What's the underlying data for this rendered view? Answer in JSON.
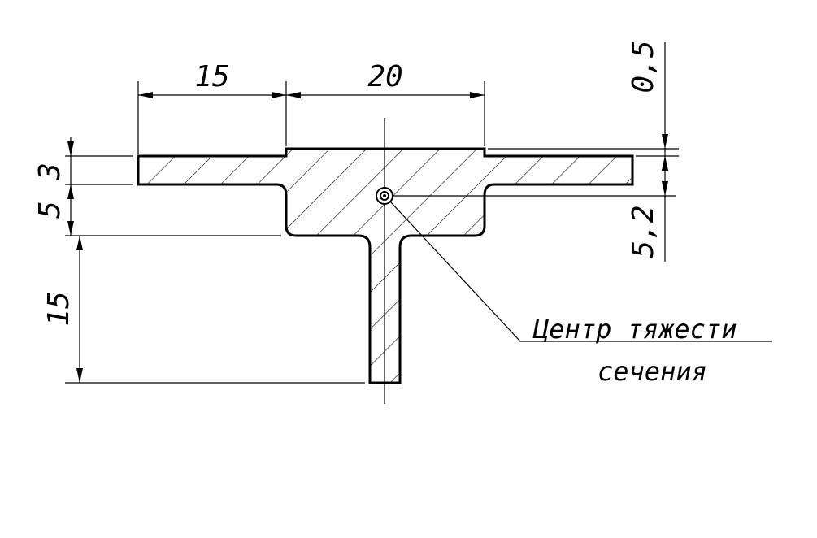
{
  "dimensions": {
    "flange_left_width": "15",
    "center_width": "20",
    "top_offset": "0,5",
    "flange_thickness": "3",
    "middle_height": "5",
    "stem_height": "15",
    "centroid_offset": "5,2"
  },
  "note": {
    "line1": "Центр тяжести",
    "line2": "сечения"
  },
  "colors": {
    "stroke": "#000000",
    "background": "#ffffff"
  }
}
